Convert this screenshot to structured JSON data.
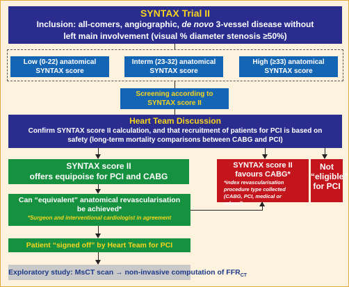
{
  "title": "SYNTAX Trial II",
  "inclusion_line1_a": "Inclusion: all-comers, angiographic, ",
  "inclusion_line1_italic": "de novo",
  "inclusion_line1_b": " 3-vessel disease without",
  "inclusion_line2": "left main involvement (visual % diameter stenosis ≥50%)",
  "scores": [
    {
      "line1": "Low (0-22) anatomical",
      "line2": "SYNTAX score"
    },
    {
      "line1": "Interm (23-32) anatomical",
      "line2": "SYNTAX score"
    },
    {
      "line1": "High (≥33) anatomical",
      "line2": "SYNTAX score"
    }
  ],
  "screening_line1": "Screening according to",
  "screening_line2": "SYNTAX score II",
  "heart_team_title": "Heart Team Discussion",
  "heart_team_line1": "Confirm SYNTAX score II calculation, and that recruitment of patients for PCI is based on",
  "heart_team_line2": "safety (long-term mortality comparisons between CABG and PCI)",
  "equipoise_line1": "SYNTAX score II",
  "equipoise_line2": "offers equipoise for PCI and CABG",
  "favours_title_line1": "SYNTAX score II",
  "favours_title_line2": "favours CABG*",
  "favours_note": "*index revascularisation procedure type collected (CABG, PCI, medical or refusal)...",
  "not_eligible": "Not “eligible” for PCI",
  "equivalent_line1": "Can “equivalent” anatomical revascularisation",
  "equivalent_line2": "be achieved*",
  "equivalent_note": "*Surgeon and interventional cardiologist in agreement",
  "signed_off": "Patient “signed off” by Heart Team for PCI",
  "exploratory_main": "Exploratory study: MsCT scan → non-invasive computation of FFR",
  "exploratory_sub": "CT",
  "colors": {
    "navy": "#2a2c8e",
    "blue": "#1565b5",
    "green": "#16913f",
    "red": "#c4151c",
    "yellow_text": "#f7d51e",
    "background": "#fdf2dd",
    "grey": "#c9c9c9"
  }
}
